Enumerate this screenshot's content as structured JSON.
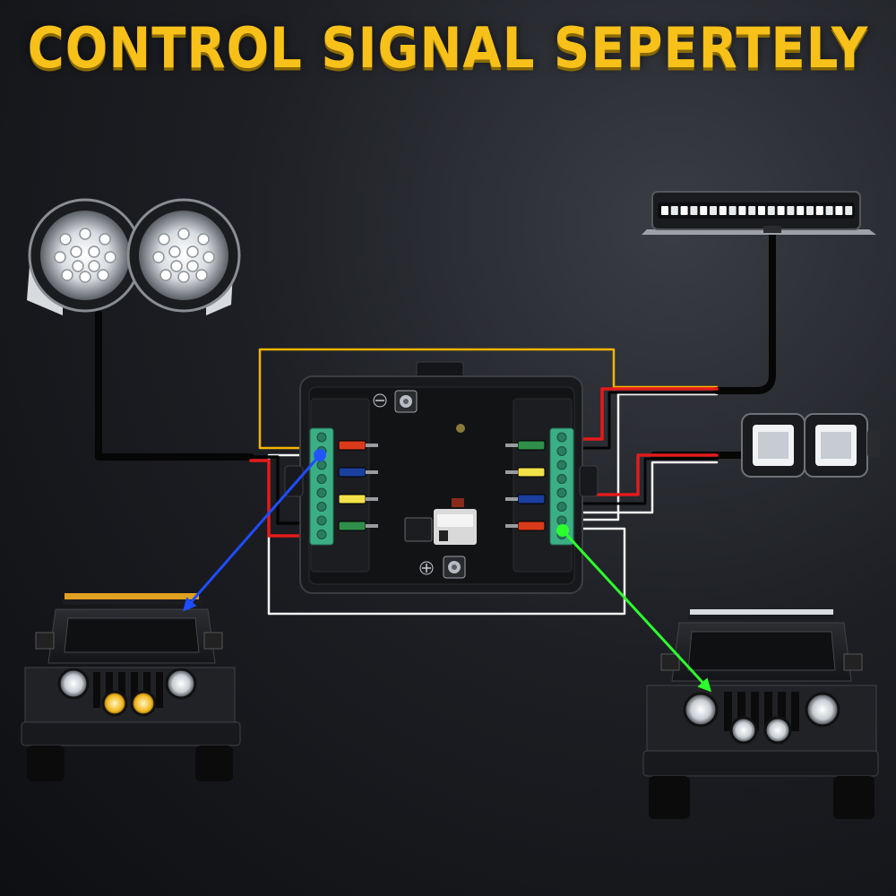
{
  "title": "CONTROL SIGNAL SEPERTELY",
  "colors": {
    "title": "#f7c11a",
    "wire_orange": "#f5b400",
    "wire_red": "#e31b1b",
    "wire_white": "#f2f2f2",
    "wire_black": "#0a0a0a",
    "arrow_left": "#1e4dff",
    "arrow_right": "#2cff2c",
    "terminal_green": "#3cae86",
    "box_body": "#1b1c1f"
  },
  "components": {
    "round_lights": "round-led-spotlight-pair",
    "light_bar": "single-row-led-light-bar",
    "cube_lights": "led-cube-pod-pair",
    "fuse_box": "fuse-relay-box",
    "vehicle_left": "jeep-front-with-round-lights",
    "vehicle_right": "jeep-front-with-light-bar-and-cubes"
  },
  "fuses_left": [
    "#d93a1a",
    "#1a3f9e",
    "#f2e24a",
    "#2f8f4a"
  ],
  "fuses_right": [
    "#2f8f4a",
    "#f2e24a",
    "#1a3f9e",
    "#d93a1a"
  ]
}
